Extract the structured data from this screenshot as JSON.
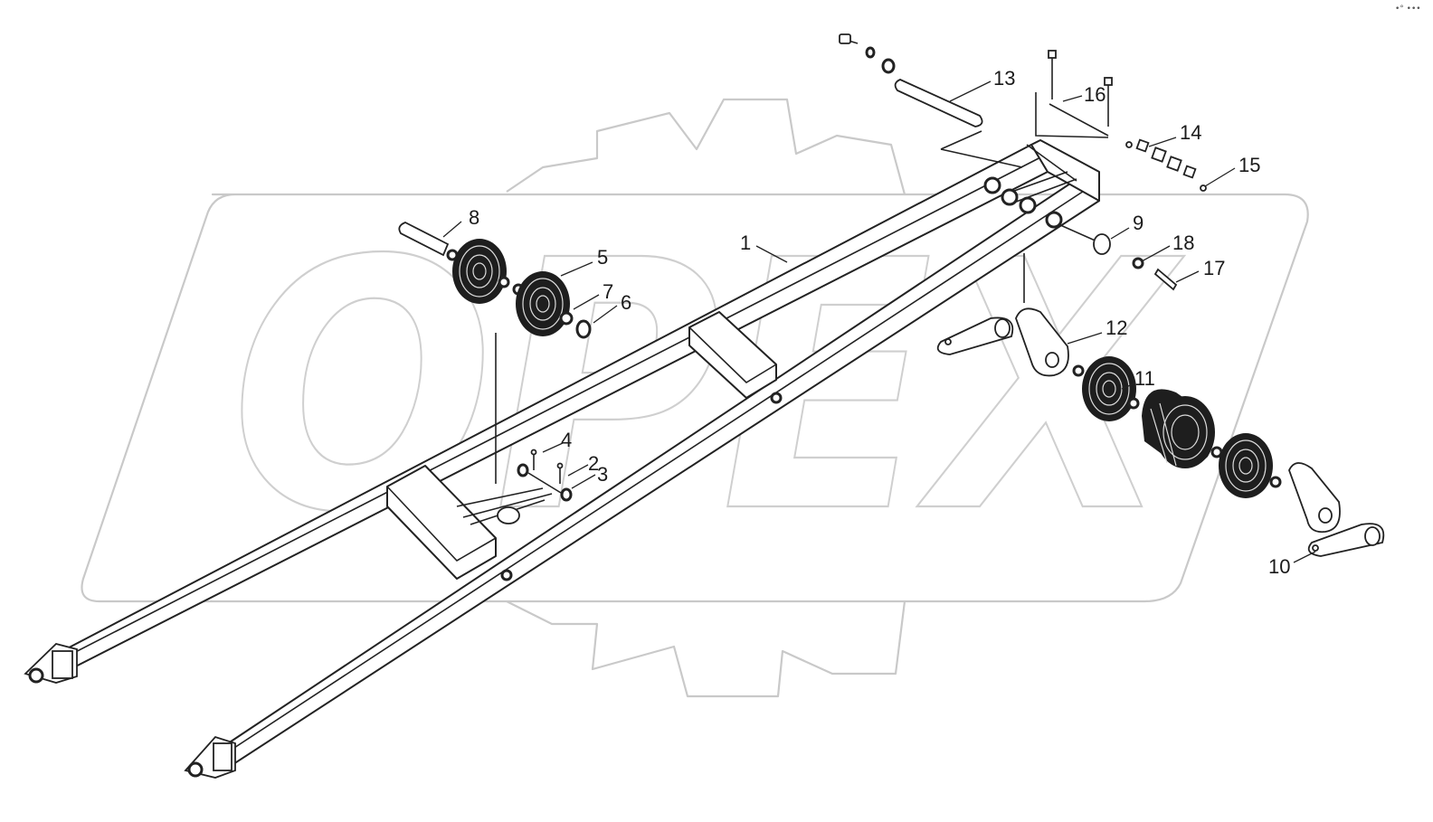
{
  "watermark": {
    "text": "OPEX"
  },
  "corner_mark": "•° •••",
  "callouts": [
    {
      "id": "1",
      "text": "1"
    },
    {
      "id": "2",
      "text": "2"
    },
    {
      "id": "3",
      "text": "3"
    },
    {
      "id": "4",
      "text": "4"
    },
    {
      "id": "5",
      "text": "5"
    },
    {
      "id": "6",
      "text": "6"
    },
    {
      "id": "7",
      "text": "7"
    },
    {
      "id": "8",
      "text": "8"
    },
    {
      "id": "9",
      "text": "9"
    },
    {
      "id": "10",
      "text": "10"
    },
    {
      "id": "11",
      "text": "11"
    },
    {
      "id": "12",
      "text": "12"
    },
    {
      "id": "13",
      "text": "13"
    },
    {
      "id": "14",
      "text": "14"
    },
    {
      "id": "15",
      "text": "15"
    },
    {
      "id": "16",
      "text": "16"
    },
    {
      "id": "17",
      "text": "17"
    },
    {
      "id": "18",
      "text": "18"
    }
  ],
  "colors": {
    "line": "#222222",
    "watermark": "#c9c9c9",
    "fill": "#ffffff"
  }
}
